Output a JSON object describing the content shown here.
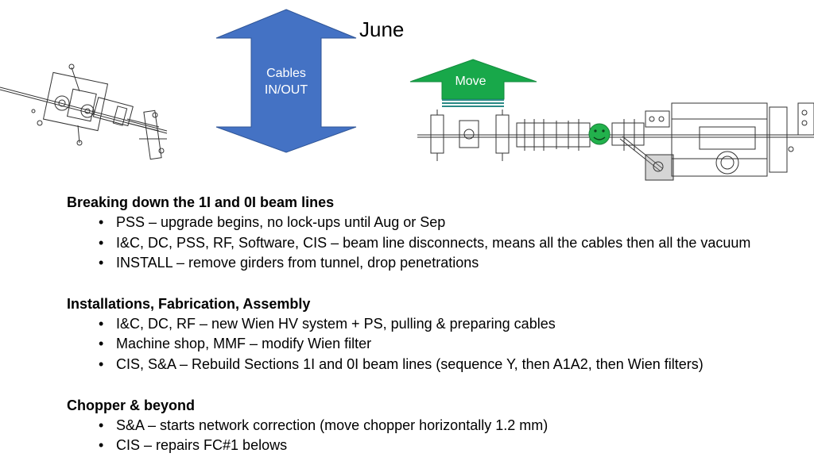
{
  "title": "June",
  "arrows": {
    "cables": {
      "label": "Cables\nIN/OUT",
      "color": "#4472c4"
    },
    "move": {
      "label": "Move",
      "color": "#18a84a"
    }
  },
  "sections": [
    {
      "title": "Breaking down the 1I and 0I beam lines",
      "items": [
        "PSS – upgrade begins, no lock-ups until Aug or Sep",
        "I&C, DC, PSS, RF, Software, CIS – beam line disconnects, means all the cables then all the vacuum",
        "INSTALL – remove girders from tunnel, drop penetrations"
      ]
    },
    {
      "title": "Installations, Fabrication, Assembly",
      "items": [
        "I&C, DC, RF – new Wien HV system + PS, pulling & preparing cables",
        "Machine shop, MMF – modify Wien filter",
        "CIS, S&A – Rebuild Sections 1I and 0I beam lines (sequence Y, then A1A2, then Wien filters)"
      ]
    },
    {
      "title": "Chopper & beyond",
      "items": [
        "S&A – starts network correction (move chopper horizontally 1.2 mm)",
        "CIS – repairs FC#1 belows"
      ]
    }
  ]
}
